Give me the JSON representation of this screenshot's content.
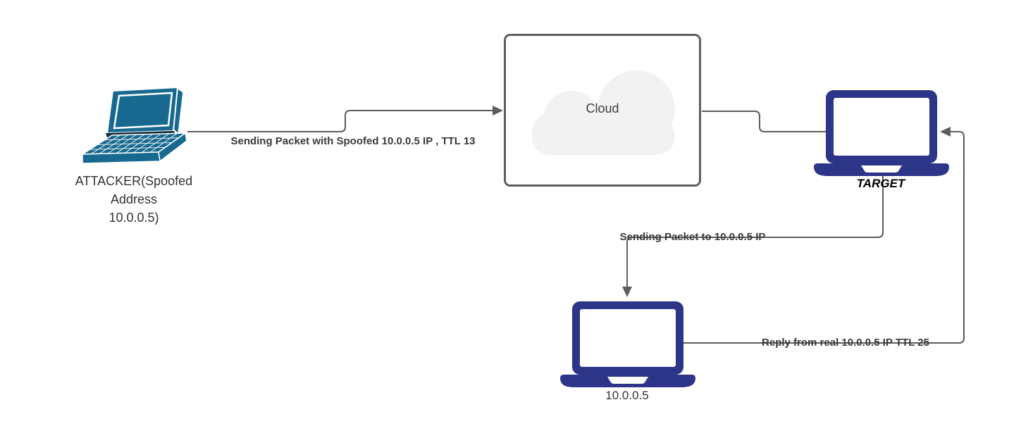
{
  "diagram": {
    "background": "#ffffff",
    "nodes": {
      "attacker": {
        "icon": "laptop-3d-icon",
        "label_lines": [
          "ATTACKER(Spoofed",
          "Address",
          "10.0.0.5)"
        ]
      },
      "cloud": {
        "icon": "cloud-icon",
        "label": "Cloud"
      },
      "target": {
        "icon": "laptop-icon",
        "label": "TARGET"
      },
      "real_host": {
        "icon": "laptop-icon",
        "label": "10.0.0.5"
      }
    },
    "edges": [
      {
        "from": "attacker",
        "to": "cloud",
        "arrow": "right",
        "label": "Sending Packet with Spoofed 10.0.0.5 IP , TTL 13"
      },
      {
        "from": "cloud",
        "to": "target",
        "arrow": "none",
        "label": ""
      },
      {
        "from": "target",
        "to": "real_host",
        "arrow": "down",
        "label": "Sending Packet to 10.0.0.5 IP"
      },
      {
        "from": "real_host",
        "to": "target",
        "arrow": "left",
        "label": "Reply from real 10.0.0.5 IP TTL 25"
      }
    ],
    "colors": {
      "attacker_laptop": "#17698f",
      "laptop_navy": "#2d3589",
      "line": "#5c5c5c",
      "box_border": "#5e5e5e",
      "cloud_fill": "#f2f2f3",
      "label_text": "#3a3a3a"
    }
  }
}
